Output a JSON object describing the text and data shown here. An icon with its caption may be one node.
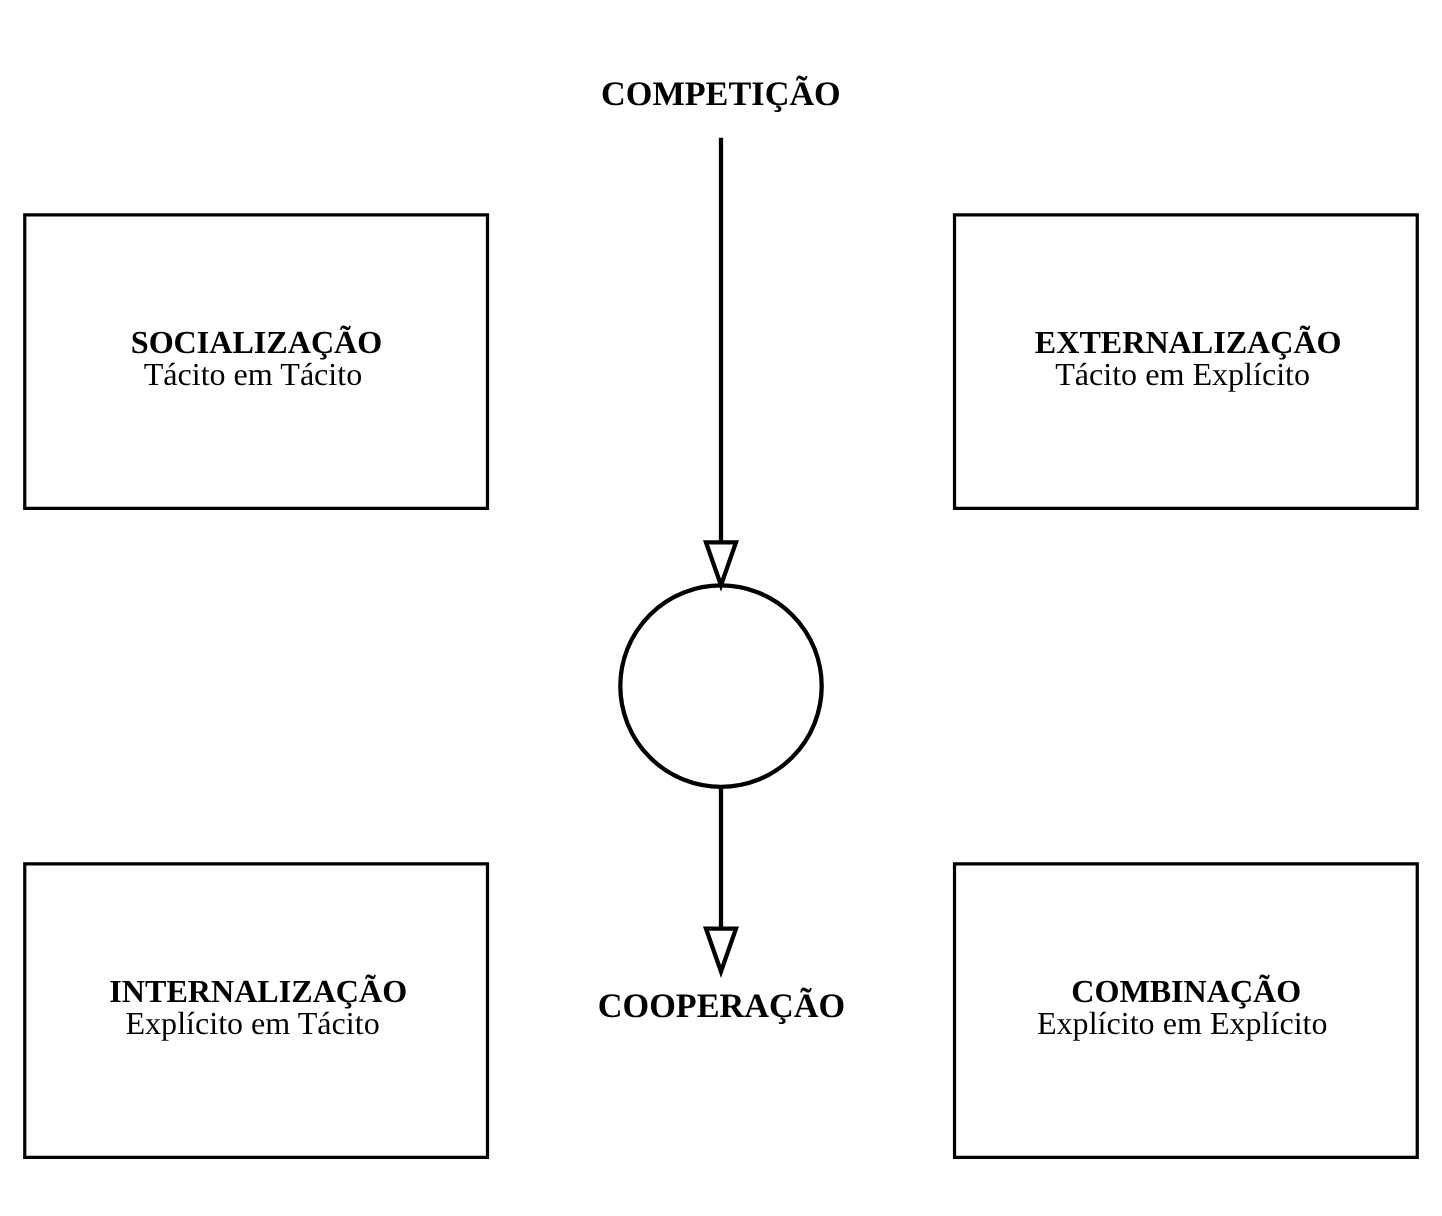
{
  "diagram": {
    "nodes": [
      {
        "text": [
          "COMPETIÇÃO"
        ]
      },
      {
        "text": [
          "SOCIALIZAÇÃO",
          "Tácito em Tácito"
        ]
      },
      {
        "text": [
          "EXTERNALIZAÇÃO",
          "Tácito em Explícito"
        ]
      },
      {
        "text": [],
        "shape": "circle"
      },
      {
        "text": [
          "INTERNALIZAÇÃO",
          "Explícito em Tácito"
        ]
      },
      {
        "text": [
          "COMBINAÇÃO",
          "Explícito em Explícito"
        ]
      },
      {
        "text": [
          "COOPERAÇÃO"
        ]
      }
    ],
    "edges": [
      {
        "from": 0,
        "to": 3,
        "arrow": "to"
      },
      {
        "from": 3,
        "to": 6,
        "arrow": "to"
      }
    ]
  }
}
